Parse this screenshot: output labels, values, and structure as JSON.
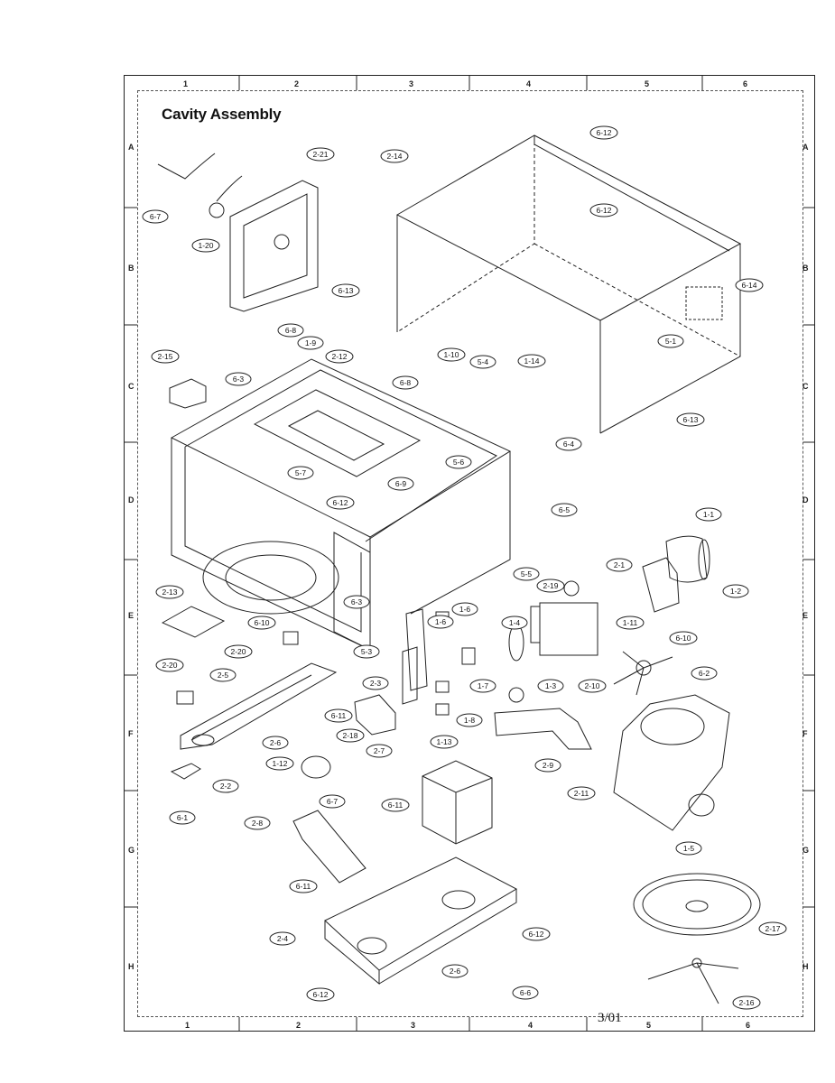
{
  "title": "Cavity Assembly",
  "date_stamp": "3/01",
  "grid": {
    "columns": [
      "1",
      "2",
      "3",
      "4",
      "5",
      "6"
    ],
    "rows": [
      "A",
      "B",
      "C",
      "D",
      "E",
      "F",
      "G",
      "H"
    ]
  },
  "parts": [
    "1-1",
    "1-2",
    "1-3",
    "1-4",
    "1-5",
    "1-6",
    "1-7",
    "1-8",
    "1-9",
    "1-10",
    "1-11",
    "1-12",
    "1-13",
    "1-14",
    "1-20",
    "2-2",
    "2-3",
    "2-4",
    "2-5",
    "2-6",
    "2-7",
    "2-8",
    "2-9",
    "2-10",
    "2-11",
    "2-12",
    "2-13",
    "2-14",
    "2-15",
    "2-16",
    "2-17",
    "2-18",
    "2-19",
    "2-20",
    "2-21",
    "5-1",
    "5-3",
    "5-4",
    "5-5",
    "5-6",
    "5-7",
    "6-1",
    "6-2",
    "6-3",
    "6-4",
    "6-5",
    "6-6",
    "6-7",
    "6-8",
    "6-9",
    "6-10",
    "6-11",
    "6-12",
    "6-13",
    "6-14"
  ]
}
